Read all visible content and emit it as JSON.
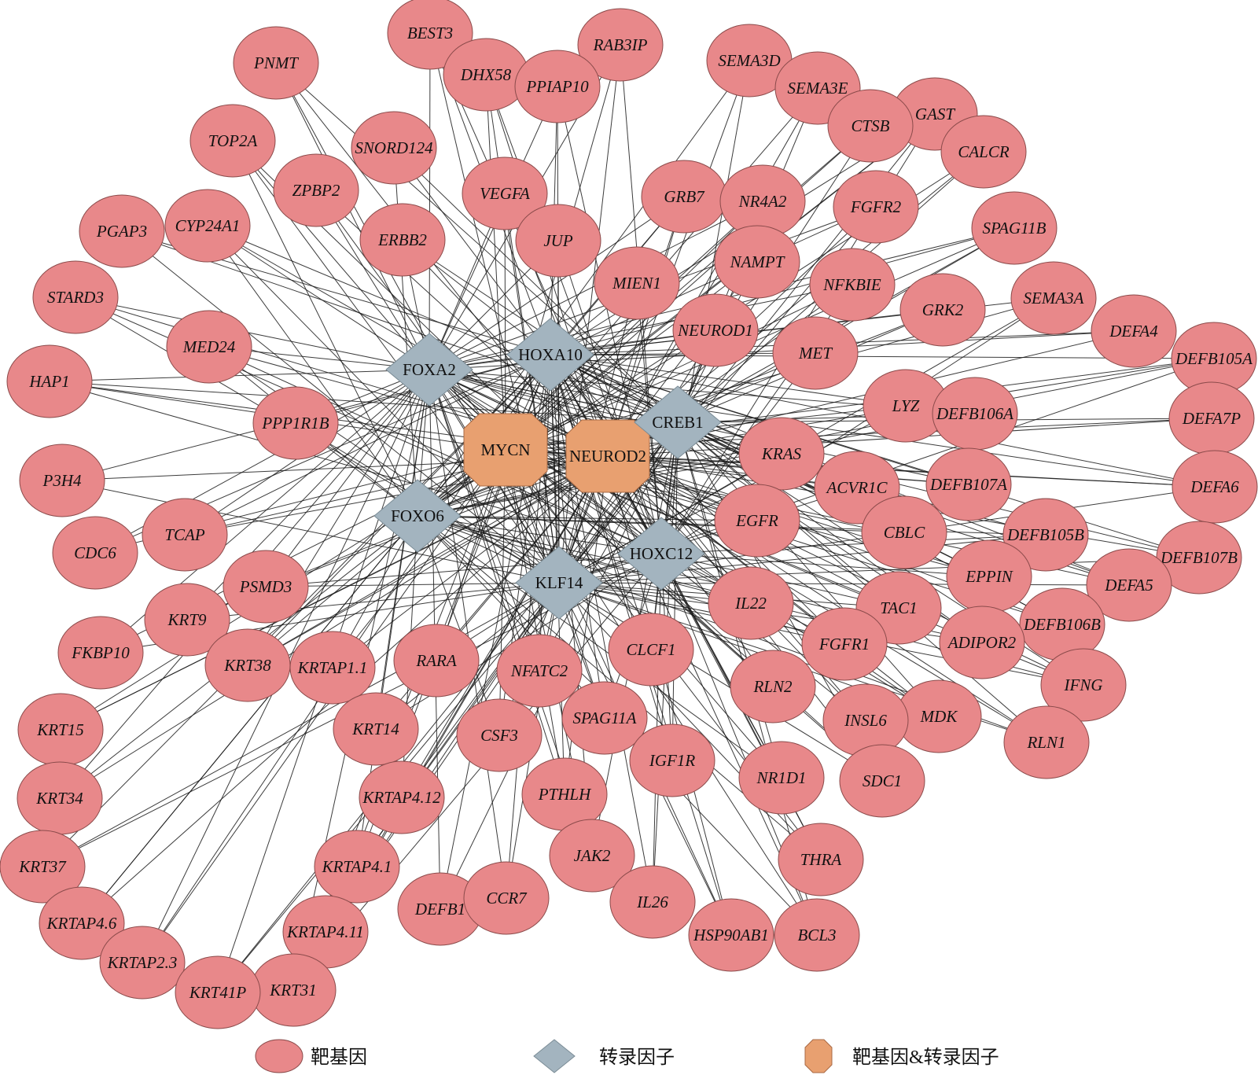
{
  "colors": {
    "target_fill": "#E8888A",
    "target_stroke": "#8A4A4A",
    "tf_fill": "#A3B4BF",
    "tf_stroke": "#7B8C96",
    "both_fill": "#E8A070",
    "both_stroke": "#A86A45",
    "edge": "#1a1a1a"
  },
  "legend": {
    "target_label": "靶基因",
    "tf_label": "转录因子",
    "both_label": "靶基因&转录因子"
  },
  "hub_nodes": [
    {
      "id": "MYCN",
      "kind": "both"
    },
    {
      "id": "NEURODx",
      "label": "NEUROD2",
      "kind": "both"
    },
    {
      "id": "FOXA2",
      "kind": "tf"
    },
    {
      "id": "HOXA10",
      "kind": "tf"
    },
    {
      "id": "CREB1",
      "kind": "tf"
    },
    {
      "id": "FOXO6",
      "kind": "tf"
    },
    {
      "id": "HOXC12",
      "kind": "tf"
    },
    {
      "id": "KLF14",
      "kind": "tf"
    }
  ],
  "target_genes": [
    "BEST3",
    "RAB3IP",
    "PNMT",
    "DHX58",
    "PPIAP10",
    "SEMA3D",
    "SEMA3E",
    "GAST",
    "CTSB",
    "CALCR",
    "TOP2A",
    "SNORD124",
    "ZPBP2",
    "VEGFA",
    "GRB7",
    "NR4A2",
    "FGFR2",
    "PGAP3",
    "CYP24A1",
    "ERBB2",
    "JUP",
    "SPAG11B",
    "NAMPT",
    "MIEN1",
    "NFKBIE",
    "STARD3",
    "SEMA3A",
    "GRK2",
    "NEUROD1",
    "DEFA4",
    "MED24",
    "MET",
    "DEFB105A",
    "HAP1",
    "LYZ",
    "DEFB106A",
    "DEFA7P",
    "PPP1R1B",
    "KRAS",
    "P3H4",
    "ACVR1C",
    "DEFB107A",
    "DEFA6",
    "EGFR",
    "CDC6",
    "TCAP",
    "CBLC",
    "DEFB105B",
    "DEFB107B",
    "EPPIN",
    "PSMD3",
    "DEFA5",
    "IL22",
    "TAC1",
    "KRT9",
    "DEFB106B",
    "ADIPOR2",
    "FKBP10",
    "KRT38",
    "KRTAP1.1",
    "RARA",
    "NFATC2",
    "CLCF1",
    "FGFR1",
    "IFNG",
    "RLN2",
    "KRT15",
    "MDK",
    "INSL6",
    "KRT14",
    "CSF3",
    "SPAG11A",
    "RLN1",
    "IGF1R",
    "NR1D1",
    "SDC1",
    "KRT34",
    "KRTAP4.12",
    "PTHLH",
    "THRA",
    "KRT37",
    "JAK2",
    "KRTAP4.1",
    "DEFB1",
    "CCR7",
    "IL26",
    "KRTAP4.6",
    "KRTAP4.11",
    "HSP90AB1",
    "BCL3",
    "KRTAP2.3",
    "KRT31",
    "KRT41P"
  ]
}
